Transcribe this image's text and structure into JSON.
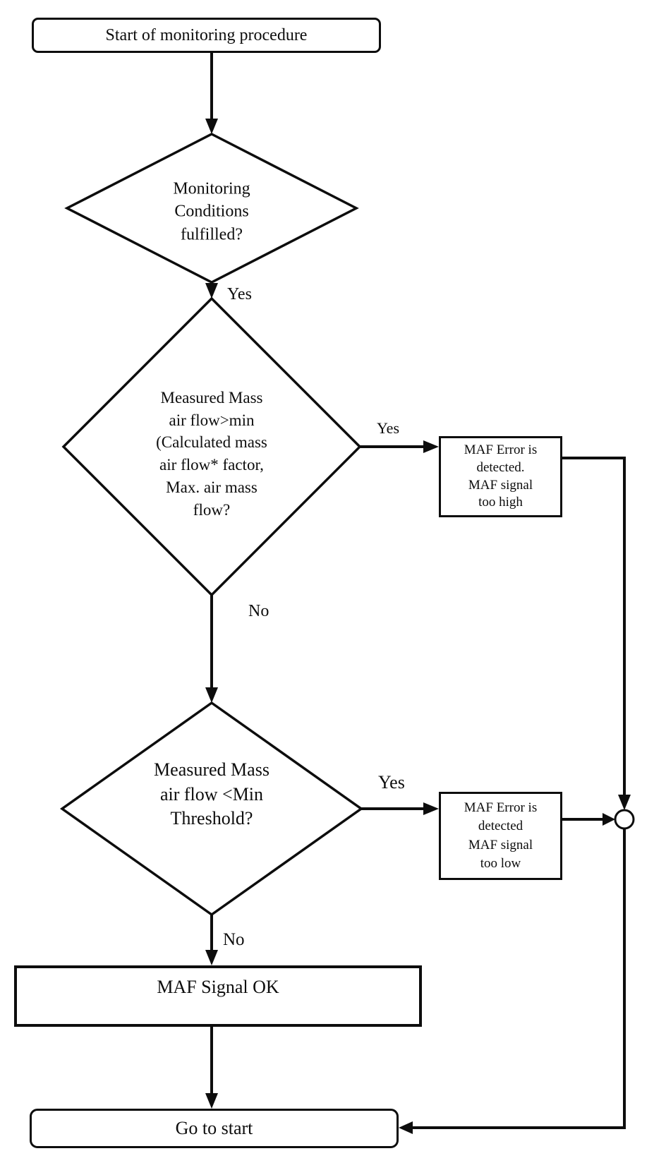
{
  "figure": {
    "background": "#ffffff",
    "ink": "#0d0d0d"
  },
  "nodes": {
    "start": {
      "label": "Start of monitoring procedure",
      "shape": "rounded-rect"
    },
    "decision_monitoring": {
      "label": "Monitoring\nConditions\nfulfilled?",
      "shape": "diamond"
    },
    "decision_flow_high": {
      "label": "Measured Mass\nair flow>min\n(Calculated mass\nair flow* factor,\nMax. air mass\nflow?",
      "shape": "diamond"
    },
    "error_high": {
      "label": "MAF Error is\ndetected.\nMAF signal\ntoo high",
      "shape": "rect"
    },
    "decision_flow_low": {
      "label": "Measured Mass\nair flow <Min\nThreshold?",
      "shape": "diamond"
    },
    "error_low": {
      "label": "MAF Error is\ndetected\nMAF signal\ntoo low",
      "shape": "rect"
    },
    "maf_ok": {
      "label": "MAF Signal OK",
      "shape": "rect"
    },
    "goto_start": {
      "label": "Go to start",
      "shape": "rounded-rect"
    }
  },
  "edge_labels": {
    "monitoring_yes": "Yes",
    "flow_high_yes": "Yes",
    "flow_high_no": "No",
    "flow_low_yes": "Yes",
    "flow_low_no": "No"
  },
  "edges": [
    {
      "from": "start",
      "to": "decision_monitoring",
      "label": ""
    },
    {
      "from": "decision_monitoring",
      "to": "decision_flow_high",
      "label": "Yes"
    },
    {
      "from": "decision_flow_high",
      "to": "error_high",
      "label": "Yes"
    },
    {
      "from": "decision_flow_high",
      "to": "decision_flow_low",
      "label": "No"
    },
    {
      "from": "decision_flow_low",
      "to": "error_low",
      "label": "Yes"
    },
    {
      "from": "decision_flow_low",
      "to": "maf_ok",
      "label": "No"
    },
    {
      "from": "maf_ok",
      "to": "goto_start",
      "label": ""
    },
    {
      "from": "error_high",
      "to": "junction",
      "label": ""
    },
    {
      "from": "error_low",
      "to": "junction",
      "label": ""
    },
    {
      "from": "junction",
      "to": "goto_start",
      "label": ""
    }
  ]
}
